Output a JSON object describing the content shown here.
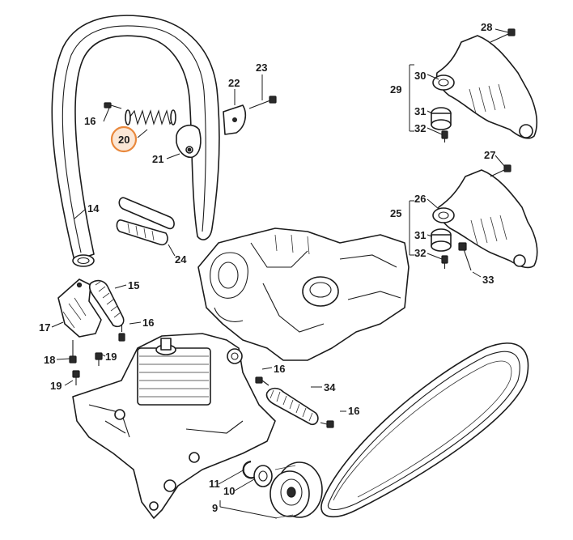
{
  "highlight_color": "#e9883c",
  "callouts": [
    {
      "key": "p28",
      "text": "28"
    },
    {
      "key": "p23",
      "text": "23"
    },
    {
      "key": "p22",
      "text": "22"
    },
    {
      "key": "p30",
      "text": "30"
    },
    {
      "key": "p29",
      "text": "29"
    },
    {
      "key": "p31a",
      "text": "31"
    },
    {
      "key": "p32a",
      "text": "32"
    },
    {
      "key": "p16a",
      "text": "16"
    },
    {
      "key": "p20",
      "text": "20"
    },
    {
      "key": "p21",
      "text": "21"
    },
    {
      "key": "p27",
      "text": "27"
    },
    {
      "key": "p26",
      "text": "26"
    },
    {
      "key": "p25",
      "text": "25"
    },
    {
      "key": "p31b",
      "text": "31"
    },
    {
      "key": "p32b",
      "text": "32"
    },
    {
      "key": "p33",
      "text": "33"
    },
    {
      "key": "p14",
      "text": "14"
    },
    {
      "key": "p24",
      "text": "24"
    },
    {
      "key": "p15",
      "text": "15"
    },
    {
      "key": "p17",
      "text": "17"
    },
    {
      "key": "p16b",
      "text": "16"
    },
    {
      "key": "p18",
      "text": "18"
    },
    {
      "key": "p19a",
      "text": "19"
    },
    {
      "key": "p19b",
      "text": "19"
    },
    {
      "key": "p16c",
      "text": "16"
    },
    {
      "key": "p34",
      "text": "34"
    },
    {
      "key": "p16d",
      "text": "16"
    },
    {
      "key": "p11",
      "text": "11"
    },
    {
      "key": "p10",
      "text": "10"
    },
    {
      "key": "p9",
      "text": "9"
    }
  ]
}
